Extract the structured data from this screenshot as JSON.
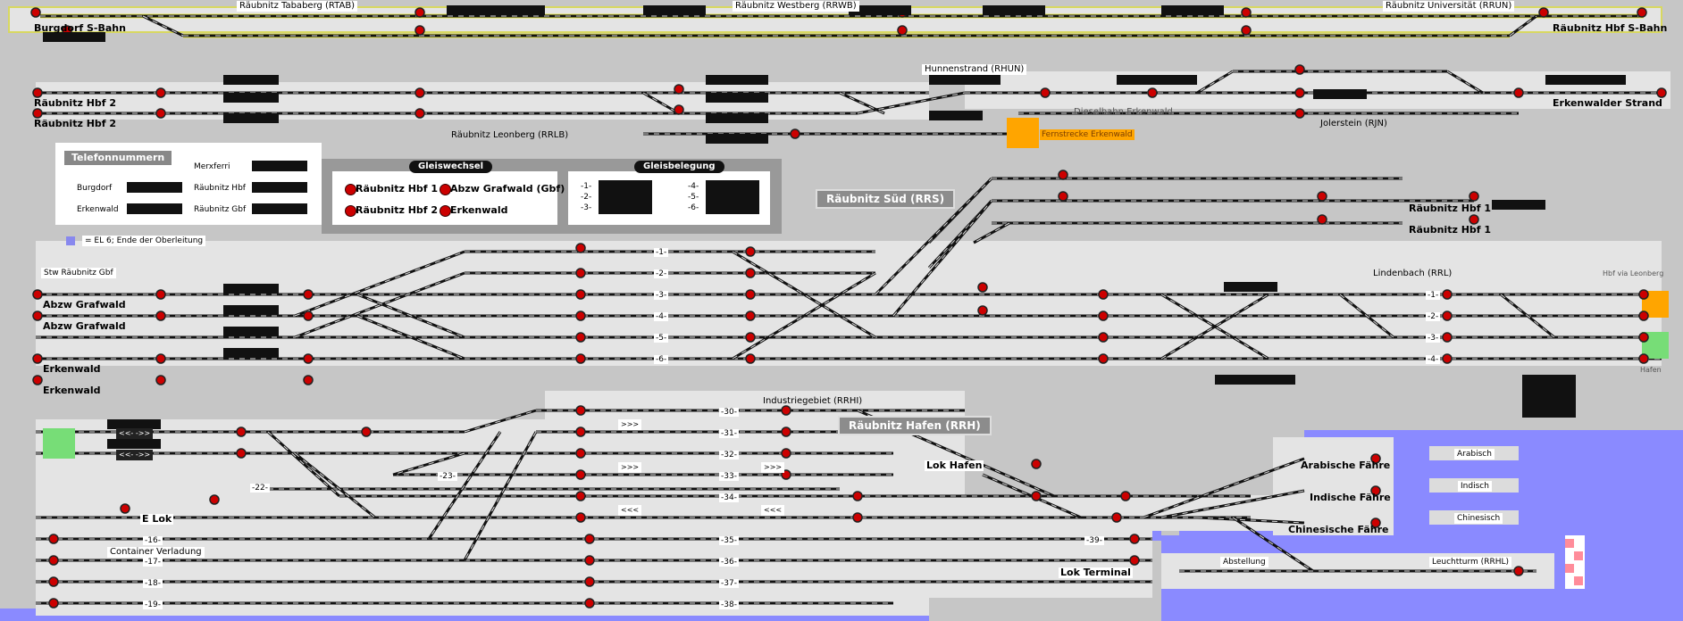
{
  "stations_top": {
    "burgdorf_sbahn": "Burgdorf S-Bahn",
    "tababerg": "Räubnitz Tababerg (RTAB)",
    "westberg": "Räubnitz Westberg (RRWB)",
    "universitaet": "Räubnitz Universität (RRUN)",
    "hbf_sbahn": "Räubnitz Hbf S-Bahn"
  },
  "upper_region": {
    "hbf2_a": "Räubnitz Hbf 2",
    "hbf2_b": "Räubnitz Hbf 2",
    "leonberg": "Räubnitz Leonberg (RRLB)",
    "hunnenstrand": "Hunnenstrand (RHUN)",
    "dieselbahn": "Dieselbahn Erkenwald",
    "fernstrecke": "Fernstrecke Erkenwald",
    "jolerstein": "Jolerstein (RJN)",
    "erkenwalder_strand": "Erkenwalder Strand"
  },
  "telefon": {
    "title": "Telefonnummern",
    "entries": [
      "Merxferri",
      "Burgdorf",
      "Räubnitz Hbf",
      "Erkenwald",
      "Räubnitz Gbf"
    ]
  },
  "gleiswechsel": {
    "title": "Gleiswechsel",
    "items": [
      "Räubnitz Hbf 1",
      "Abzw Grafwald (Gbf)",
      "Räubnitz Hbf 2",
      "Erkenwald"
    ]
  },
  "gleisbelegung": {
    "title": "Gleisbelegung",
    "tracks": [
      "-1-",
      "-2-",
      "-3-",
      "-4-",
      "-5-",
      "-6-"
    ]
  },
  "legend": {
    "text": "= EL 6; Ende der Oberleitung"
  },
  "sued": {
    "title": "Räubnitz Süd (RRS)",
    "hbf1_a": "Räubnitz Hbf 1",
    "hbf1_b": "Räubnitz Hbf 1"
  },
  "gbf": {
    "stw": "Stw Räubnitz Gbf",
    "abzw_a": "Abzw Grafwald",
    "abzw_b": "Abzw Grafwald",
    "erk_a": "Erkenwald",
    "erk_b": "Erkenwald",
    "tracks": [
      "-1-",
      "-2-",
      "-3-",
      "-4-",
      "-5-",
      "-6-"
    ]
  },
  "east": {
    "lindenbach": "Lindenbach (RRL)",
    "hbf_via": "Hbf via Leonberg",
    "hafen": "Hafen",
    "tracks": [
      "-1-",
      "-2-",
      "-3-",
      "-4-"
    ]
  },
  "hafen_region": {
    "industrie": "Industriegebiet (RRHI)",
    "title": "Räubnitz Hafen (RRH)",
    "lok_hafen": "Lok Hafen",
    "e_lok": "E Lok",
    "container": "Container Verladung",
    "lok_terminal": "Lok Terminal",
    "tracks": [
      "-30-",
      "-31-",
      "-32-",
      "-33-",
      "-34-",
      "-35-",
      "-36-",
      "-37-",
      "-38-",
      "-39-"
    ],
    "left_tracks": [
      "-22-",
      "-23-",
      "-16-",
      "-17-",
      "-18-",
      "-19-"
    ],
    "arrows": [
      "<<- ->>",
      "<<- ->>",
      ">>>",
      ">>>",
      ">>>",
      "<<<",
      "<<<"
    ]
  },
  "ferries": {
    "arabisch": "Arabische Fähre",
    "indisch": "Indische Fähre",
    "chinesisch": "Chinesische Fähre",
    "arabisch_s": "Arabisch",
    "indisch_s": "Indisch",
    "chinesisch_s": "Chinesisch",
    "abstellung": "Abstellung",
    "leuchtturm": "Leuchtturm (RRHL)"
  },
  "colors": {
    "background": "#c6c6c6",
    "track": "#111111",
    "track_light": "#eeeeee",
    "signal_red": "#cc0000",
    "water": "#8a8aff",
    "highlight_yellow": "#e6e64c",
    "exit_orange": "#ffa500",
    "exit_green": "#77dd77"
  }
}
